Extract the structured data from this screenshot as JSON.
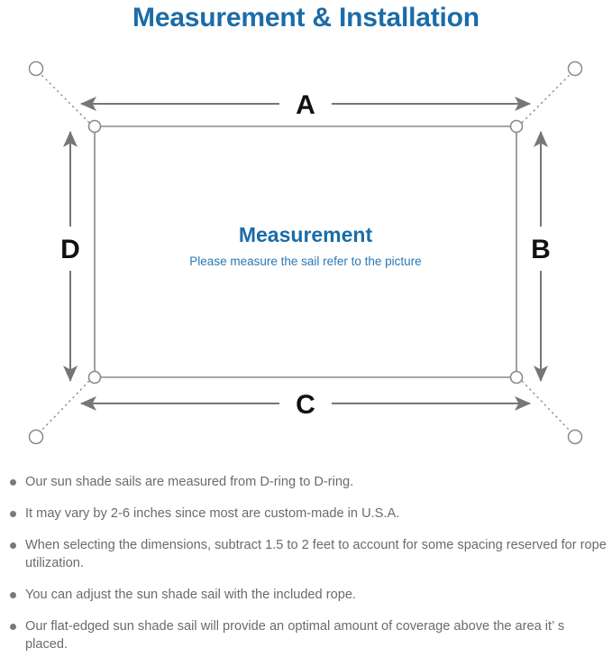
{
  "page": {
    "title": "Measurement & Installation",
    "title_color": "#1B6CA8",
    "background_color": "#ffffff"
  },
  "diagram": {
    "name": "shade-sail-measurement-diagram",
    "sail": {
      "center_heading": "Measurement",
      "center_subtext": "Please measure the sail refer to the picture",
      "edge_color": "#8a8a8a",
      "fill_color": "#ffffff"
    },
    "dimension_labels": [
      {
        "id": "A",
        "label": "A",
        "edge": "top",
        "orientation": "horizontal"
      },
      {
        "id": "B",
        "label": "B",
        "edge": "right",
        "orientation": "vertical"
      },
      {
        "id": "C",
        "label": "C",
        "edge": "bottom",
        "orientation": "horizontal"
      },
      {
        "id": "D",
        "label": "D",
        "edge": "left",
        "orientation": "vertical"
      }
    ],
    "corners": [
      {
        "id": "top-left",
        "d_ring": "d-ring-icon",
        "anchor": "anchor-ring-icon"
      },
      {
        "id": "top-right",
        "d_ring": "d-ring-icon",
        "anchor": "anchor-ring-icon"
      },
      {
        "id": "bottom-left",
        "d_ring": "d-ring-icon",
        "anchor": "anchor-ring-icon"
      },
      {
        "id": "bottom-right",
        "d_ring": "d-ring-icon",
        "anchor": "anchor-ring-icon"
      }
    ],
    "arrow_color": "#767676",
    "dotted_line_color": "#8a8a8a"
  },
  "notes": {
    "bullet_color": "#7a7a7a",
    "items": [
      "Our sun shade sails are measured from D-ring to D-ring.",
      "It may vary by 2-6 inches since most are custom-made in U.S.A.",
      "When selecting the dimensions, subtract 1.5 to 2 feet to account for some spacing reserved for rope utilization.",
      "You can adjust the sun shade sail with the included rope.",
      "Our flat-edged sun shade sail will provide an optimal amount of coverage above the area it’ s placed."
    ]
  }
}
